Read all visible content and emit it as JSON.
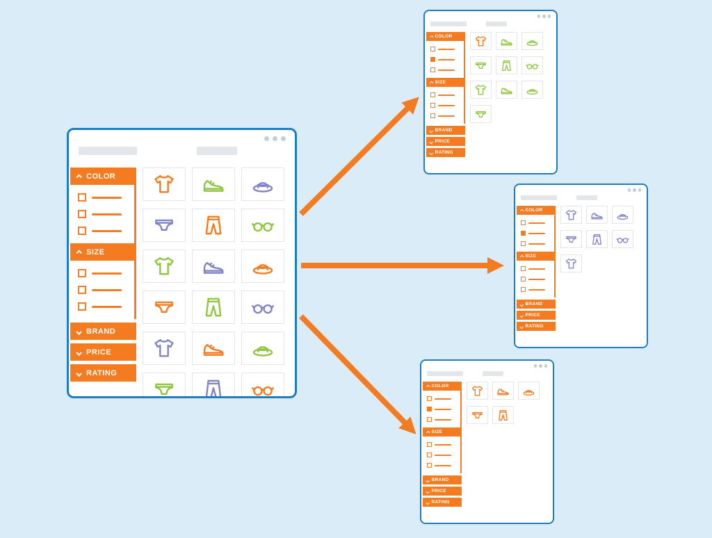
{
  "palette": {
    "background": "#d9ecf8",
    "window_border": "#1e7dc0",
    "accent": "#f47b20",
    "green": "#8dc63f",
    "purple": "#8083c9",
    "gray_bar": "#e4e7e9",
    "tile_border": "#e4e4e4",
    "dot": "#bdd0dc"
  },
  "main_window": {
    "facets": [
      {
        "label": "COLOR",
        "expanded": true,
        "options": [
          false,
          false,
          false
        ]
      },
      {
        "label": "SIZE",
        "expanded": true,
        "options": [
          false,
          false,
          false
        ]
      },
      {
        "label": "BRAND",
        "expanded": false
      },
      {
        "label": "PRICE",
        "expanded": false
      },
      {
        "label": "RATING",
        "expanded": false
      }
    ],
    "products": [
      {
        "icon": "tshirt",
        "color": "orange"
      },
      {
        "icon": "sneaker",
        "color": "green"
      },
      {
        "icon": "hat",
        "color": "purple"
      },
      {
        "icon": "briefs",
        "color": "purple"
      },
      {
        "icon": "pants",
        "color": "orange"
      },
      {
        "icon": "glasses",
        "color": "green"
      },
      {
        "icon": "tshirt",
        "color": "green"
      },
      {
        "icon": "sneaker",
        "color": "purple"
      },
      {
        "icon": "hat",
        "color": "orange"
      },
      {
        "icon": "briefs",
        "color": "orange"
      },
      {
        "icon": "pants",
        "color": "green"
      },
      {
        "icon": "glasses",
        "color": "purple"
      },
      {
        "icon": "tshirt",
        "color": "purple"
      },
      {
        "icon": "sneaker",
        "color": "orange"
      },
      {
        "icon": "hat",
        "color": "green"
      },
      {
        "icon": "briefs",
        "color": "green"
      },
      {
        "icon": "pants",
        "color": "purple"
      },
      {
        "icon": "glasses",
        "color": "orange"
      }
    ]
  },
  "result_windows": [
    {
      "facets": [
        {
          "label": "COLOR",
          "expanded": true,
          "options": [
            false,
            true,
            false
          ]
        },
        {
          "label": "SIZE",
          "expanded": true,
          "options": [
            false,
            false,
            false
          ]
        },
        {
          "label": "BRAND",
          "expanded": false
        },
        {
          "label": "PRICE",
          "expanded": false
        },
        {
          "label": "RATING",
          "expanded": false
        }
      ],
      "products": [
        {
          "icon": "tshirt",
          "color": "orange"
        },
        {
          "icon": "sneaker",
          "color": "green"
        },
        {
          "icon": "hat",
          "color": "green"
        },
        {
          "icon": "briefs",
          "color": "green"
        },
        {
          "icon": "pants",
          "color": "green"
        },
        {
          "icon": "glasses",
          "color": "green"
        },
        {
          "icon": "tshirt",
          "color": "green"
        },
        {
          "icon": "sneaker",
          "color": "green"
        },
        {
          "icon": "hat",
          "color": "green"
        },
        {
          "icon": "briefs",
          "color": "green"
        }
      ]
    },
    {
      "facets": [
        {
          "label": "COLOR",
          "expanded": true,
          "options": [
            false,
            true,
            false
          ]
        },
        {
          "label": "SIZE",
          "expanded": true,
          "options": [
            false,
            false,
            false
          ]
        },
        {
          "label": "BRAND",
          "expanded": false
        },
        {
          "label": "PRICE",
          "expanded": false
        },
        {
          "label": "RATING",
          "expanded": false
        }
      ],
      "products": [
        {
          "icon": "tshirt",
          "color": "purple"
        },
        {
          "icon": "sneaker",
          "color": "purple"
        },
        {
          "icon": "hat",
          "color": "purple"
        },
        {
          "icon": "briefs",
          "color": "purple"
        },
        {
          "icon": "pants",
          "color": "purple"
        },
        {
          "icon": "glasses",
          "color": "purple"
        },
        {
          "icon": "tshirt",
          "color": "purple"
        }
      ]
    },
    {
      "facets": [
        {
          "label": "COLOR",
          "expanded": true,
          "options": [
            false,
            true,
            false
          ]
        },
        {
          "label": "SIZE",
          "expanded": true,
          "options": [
            false,
            false,
            false
          ]
        },
        {
          "label": "BRAND",
          "expanded": false
        },
        {
          "label": "PRICE",
          "expanded": false
        },
        {
          "label": "RATING",
          "expanded": false
        }
      ],
      "products": [
        {
          "icon": "tshirt",
          "color": "orange"
        },
        {
          "icon": "sneaker",
          "color": "orange"
        },
        {
          "icon": "hat",
          "color": "orange"
        },
        {
          "icon": "briefs",
          "color": "orange"
        },
        {
          "icon": "pants",
          "color": "orange"
        }
      ]
    }
  ]
}
